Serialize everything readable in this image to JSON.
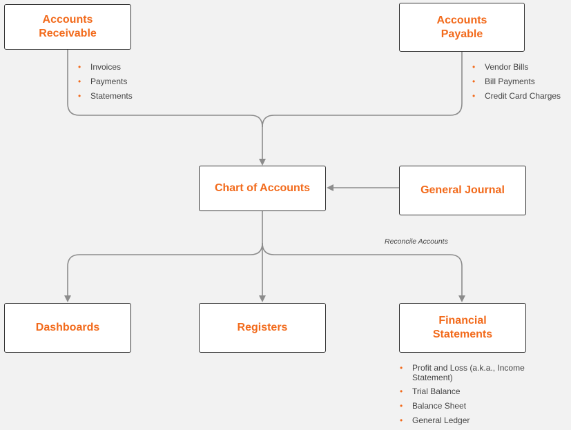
{
  "nodes": {
    "accounts_receivable": {
      "title": "Accounts Receivable"
    },
    "accounts_payable": {
      "title": "Accounts Payable"
    },
    "chart_of_accounts": {
      "title": "Chart of Accounts"
    },
    "general_journal": {
      "title": "General Journal"
    },
    "dashboards": {
      "title": "Dashboards"
    },
    "registers": {
      "title": "Registers"
    },
    "financial_statements": {
      "title": "Financial Statements"
    }
  },
  "lists": {
    "receivable_items": [
      "Invoices",
      "Payments",
      "Statements"
    ],
    "payable_items": [
      "Vendor Bills",
      "Bill Payments",
      "Credit Card Charges"
    ],
    "statement_items": [
      "Profit and Loss (a.k.a., Income Statement)",
      "Trial Balance",
      "Balance Sheet",
      "General Ledger"
    ]
  },
  "edge_labels": {
    "reconcile": "Reconcile Accounts"
  },
  "colors": {
    "accent": "#f26a1b",
    "background": "#f2f2f2",
    "border": "#333333",
    "connector": "#8c8c8c",
    "text": "#444444"
  }
}
